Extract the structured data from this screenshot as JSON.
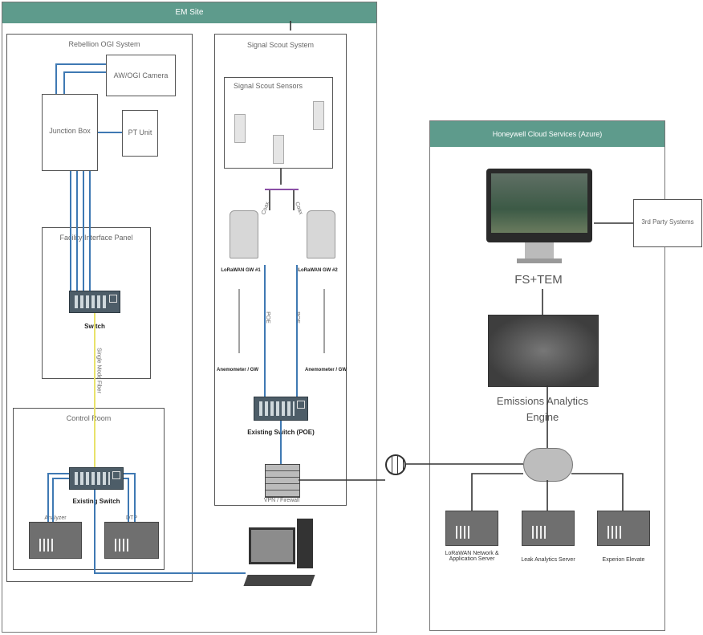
{
  "em_site": {
    "title": "EM Site"
  },
  "rebellion": {
    "title": "Rebellion OGI System",
    "camera": "AW/OGI Camera",
    "junction_box": "Junction Box",
    "pt_unit": "PT Unit",
    "facility_panel": "Facility Interface Panel",
    "switch": "Switch",
    "fiber": "Single Mode Fiber",
    "control_room": "Control Room",
    "existing_switch": "Existing Switch",
    "server_left": "Analyzer",
    "server_right": "DTP"
  },
  "signal_scout": {
    "title": "Signal Scout System",
    "sensors": "Signal Scout Sensors",
    "gw1": "LoRaWAN GW #1",
    "gw2": "LoRaWAN GW #2",
    "ant1": "Anemometer / GW",
    "ant2": "Anemometer / GW",
    "poe1": "POE",
    "poe2": "POE",
    "coax1": "Coax",
    "coax2": "Coax",
    "existing_switch": "Existing Switch (POE)",
    "firewall": "VPN / Firewall"
  },
  "cloud": {
    "title": "Honeywell Cloud Services (Azure)",
    "fstem": "FS+TEM",
    "third_party": "3rd Party Systems",
    "engine": "Emissions Analytics Engine",
    "server1": "LoRaWAN Network & Application Server",
    "server2": "Leak Analytics Server",
    "server3": "Experion Elevate"
  },
  "colors": {
    "header": "#5e9b8c",
    "blue_wire": "#3f79b3",
    "yellow_wire": "#e8e26a"
  }
}
